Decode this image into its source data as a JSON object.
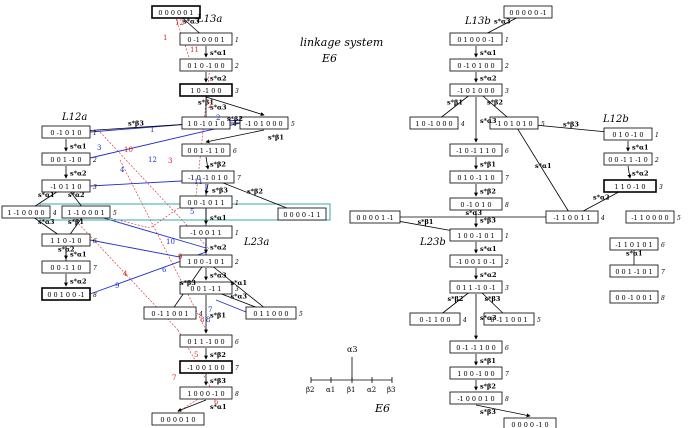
{
  "title": "linkage system",
  "subtitle": "E6",
  "dynkin": {
    "label": "E6",
    "nodes": [
      "β2",
      "α1",
      "β1",
      "α2",
      "β3"
    ],
    "top_node": "α3"
  },
  "left": {
    "L13": "L13a",
    "L12": "L12a",
    "L23": "L23a",
    "boxes": [
      {
        "id": "a01",
        "text": "0 0 0 0 0 1",
        "num": "",
        "border": "thick"
      },
      {
        "id": "a02",
        "text": "0 -1 0 0 0 1",
        "num": "1",
        "border": "thin"
      },
      {
        "id": "a03",
        "text": "0 1 0 -1 0 0",
        "num": "2",
        "border": "thin"
      },
      {
        "id": "a04",
        "text": "1 0 -1 0 0",
        "num": "3",
        "border": "thick"
      },
      {
        "id": "a05",
        "text": "0 -1 0 1 0",
        "num": "1",
        "border": "thin"
      },
      {
        "id": "a06",
        "text": "1 0 -1 0 1 0",
        "num": "4",
        "border": "thin"
      },
      {
        "id": "a07",
        "text": "-1 0 1 0 0 0",
        "num": "5",
        "border": "thin"
      },
      {
        "id": "a08",
        "text": "0 0 1 -1 0",
        "num": "2",
        "border": "thin"
      },
      {
        "id": "a09",
        "text": "0 0 1 -1 1 0",
        "num": "6",
        "border": "thin"
      },
      {
        "id": "a10",
        "text": "-1 0 1 1 0",
        "num": "3",
        "border": "thin"
      },
      {
        "id": "a11",
        "text": "-1 0 -1 0 1 0",
        "num": "7",
        "border": "thin"
      },
      {
        "id": "a12",
        "text": "0 0 -1 0 1 1",
        "num": "1",
        "border": "thin"
      },
      {
        "id": "a13",
        "text": "1 -1 0 0 0 0",
        "num": "4",
        "border": "thin"
      },
      {
        "id": "a14",
        "text": "1 -1 0 0 0 1",
        "num": "5",
        "border": "thin"
      },
      {
        "id": "a15",
        "text": "0 0 0 0 -1 1",
        "num": "",
        "border": "thin"
      },
      {
        "id": "a16",
        "text": "1 1 0 -1 0",
        "num": "6",
        "border": "thin"
      },
      {
        "id": "a17",
        "text": "-1 0 0 1 1",
        "num": "1",
        "border": "thin"
      },
      {
        "id": "a18",
        "text": "0 0 -1 1 0",
        "num": "7",
        "border": "thin"
      },
      {
        "id": "a19",
        "text": "1 0 0 -1 0 1",
        "num": "2",
        "border": "thin"
      },
      {
        "id": "a20",
        "text": "0 0 1 0 0 -1",
        "num": "8",
        "border": "thick"
      },
      {
        "id": "a21",
        "text": "0 0 1 -1 1",
        "num": "3",
        "border": "thin"
      },
      {
        "id": "a22",
        "text": "0 -1 1 0 0 1",
        "num": "4",
        "border": "thin"
      },
      {
        "id": "a23",
        "text": "0 1 1 0 0 0",
        "num": "5",
        "border": "thin"
      },
      {
        "id": "a24",
        "text": "0 1 1 -1 0 0",
        "num": "6",
        "border": "thin"
      },
      {
        "id": "a25",
        "text": "-1 0 0 1 0 0",
        "num": "7",
        "border": "thick"
      },
      {
        "id": "a26",
        "text": "1 0 0 0 -1 0",
        "num": "8",
        "border": "thin"
      },
      {
        "id": "a27",
        "text": "0 0 0 0 1 0",
        "num": "",
        "border": "thin"
      }
    ],
    "red_numbers": [
      "12",
      "11",
      "1",
      "2",
      "10",
      "3",
      "4",
      "9",
      "5",
      "8",
      "6",
      "7"
    ],
    "blue_numbers": [
      "1",
      "2",
      "3",
      "12",
      "4",
      "11",
      "5",
      "10",
      "6",
      "9",
      "7",
      "8"
    ]
  },
  "right": {
    "L13": "L13b",
    "L12": "L12b",
    "L23": "L23b",
    "boxes": [
      {
        "id": "b01",
        "text": "0 0 0 0 0 -1",
        "num": "",
        "border": "thin"
      },
      {
        "id": "b02",
        "text": "0 1 0 0 0 -1",
        "num": "1",
        "border": "thin"
      },
      {
        "id": "b03",
        "text": "0 -1 0 1 0 0",
        "num": "2",
        "border": "thin"
      },
      {
        "id": "b04",
        "text": "-1 0 1 0 0 0",
        "num": "3",
        "border": "thin"
      },
      {
        "id": "b05",
        "text": "1 0 -1 0 0 0",
        "num": "4",
        "border": "thin"
      },
      {
        "id": "b06",
        "text": "-1 0 1 0 1 0",
        "num": "5",
        "border": "thin"
      },
      {
        "id": "b07",
        "text": "0 1 0 -1 0",
        "num": "1",
        "border": "thin"
      },
      {
        "id": "b08",
        "text": "-1 0 -1 1 1 0",
        "num": "6",
        "border": "thin"
      },
      {
        "id": "b09",
        "text": "0 0 -1 1 -1 0",
        "num": "2",
        "border": "thin"
      },
      {
        "id": "b10",
        "text": "0 1 0 -1 1 0",
        "num": "7",
        "border": "thin"
      },
      {
        "id": "b11",
        "text": "1 1 0 -1 0",
        "num": "3",
        "border": "thick"
      },
      {
        "id": "b12",
        "text": "0 0 0 0 1 -1",
        "num": "",
        "border": "thin"
      },
      {
        "id": "b13",
        "text": "0 -1 0 1 0",
        "num": "8",
        "border": "thin"
      },
      {
        "id": "b14",
        "text": "-1 1 0 0 1 1",
        "num": "4",
        "border": "thin"
      },
      {
        "id": "b15",
        "text": "-1 1 0 0 0 0",
        "num": "5",
        "border": "thin"
      },
      {
        "id": "b16",
        "text": "1 0 0 -1 0 1",
        "num": "1",
        "border": "thin"
      },
      {
        "id": "b17",
        "text": "-1 1 0 1 0 1",
        "num": "6",
        "border": "thin"
      },
      {
        "id": "b18",
        "text": "-1 0 0 1 0 -1",
        "num": "2",
        "border": "thin"
      },
      {
        "id": "b19",
        "text": "0 0 1 -1 0 1",
        "num": "7",
        "border": "thin"
      },
      {
        "id": "b20",
        "text": "0 1 1 -1 0 -1",
        "num": "3",
        "border": "thin"
      },
      {
        "id": "b21",
        "text": "0 0 -1 0 0 1",
        "num": "8",
        "border": "thin"
      },
      {
        "id": "b22",
        "text": "0 -1 1 0 0",
        "num": "4",
        "border": "thin"
      },
      {
        "id": "b23",
        "text": "0 -1 1 0 0 1",
        "num": "5",
        "border": "thin"
      },
      {
        "id": "b24",
        "text": "0 -1 -1 1 0 0",
        "num": "6",
        "border": "thin"
      },
      {
        "id": "b25",
        "text": "1 0 0 -1 0 0",
        "num": "7",
        "border": "thin"
      },
      {
        "id": "b26",
        "text": "-1 0 0 0 1 0",
        "num": "8",
        "border": "thin"
      },
      {
        "id": "b27",
        "text": "0 0 0 0 -1 0",
        "num": "",
        "border": "thin"
      }
    ]
  },
  "ops": [
    "s*α1",
    "s*α2",
    "s*α3",
    "s*β1",
    "s*β2",
    "s*β3"
  ],
  "colors": {
    "red": "#e02020",
    "blue": "#2030d0",
    "teal": "#20a0a0",
    "black": "#000000"
  }
}
